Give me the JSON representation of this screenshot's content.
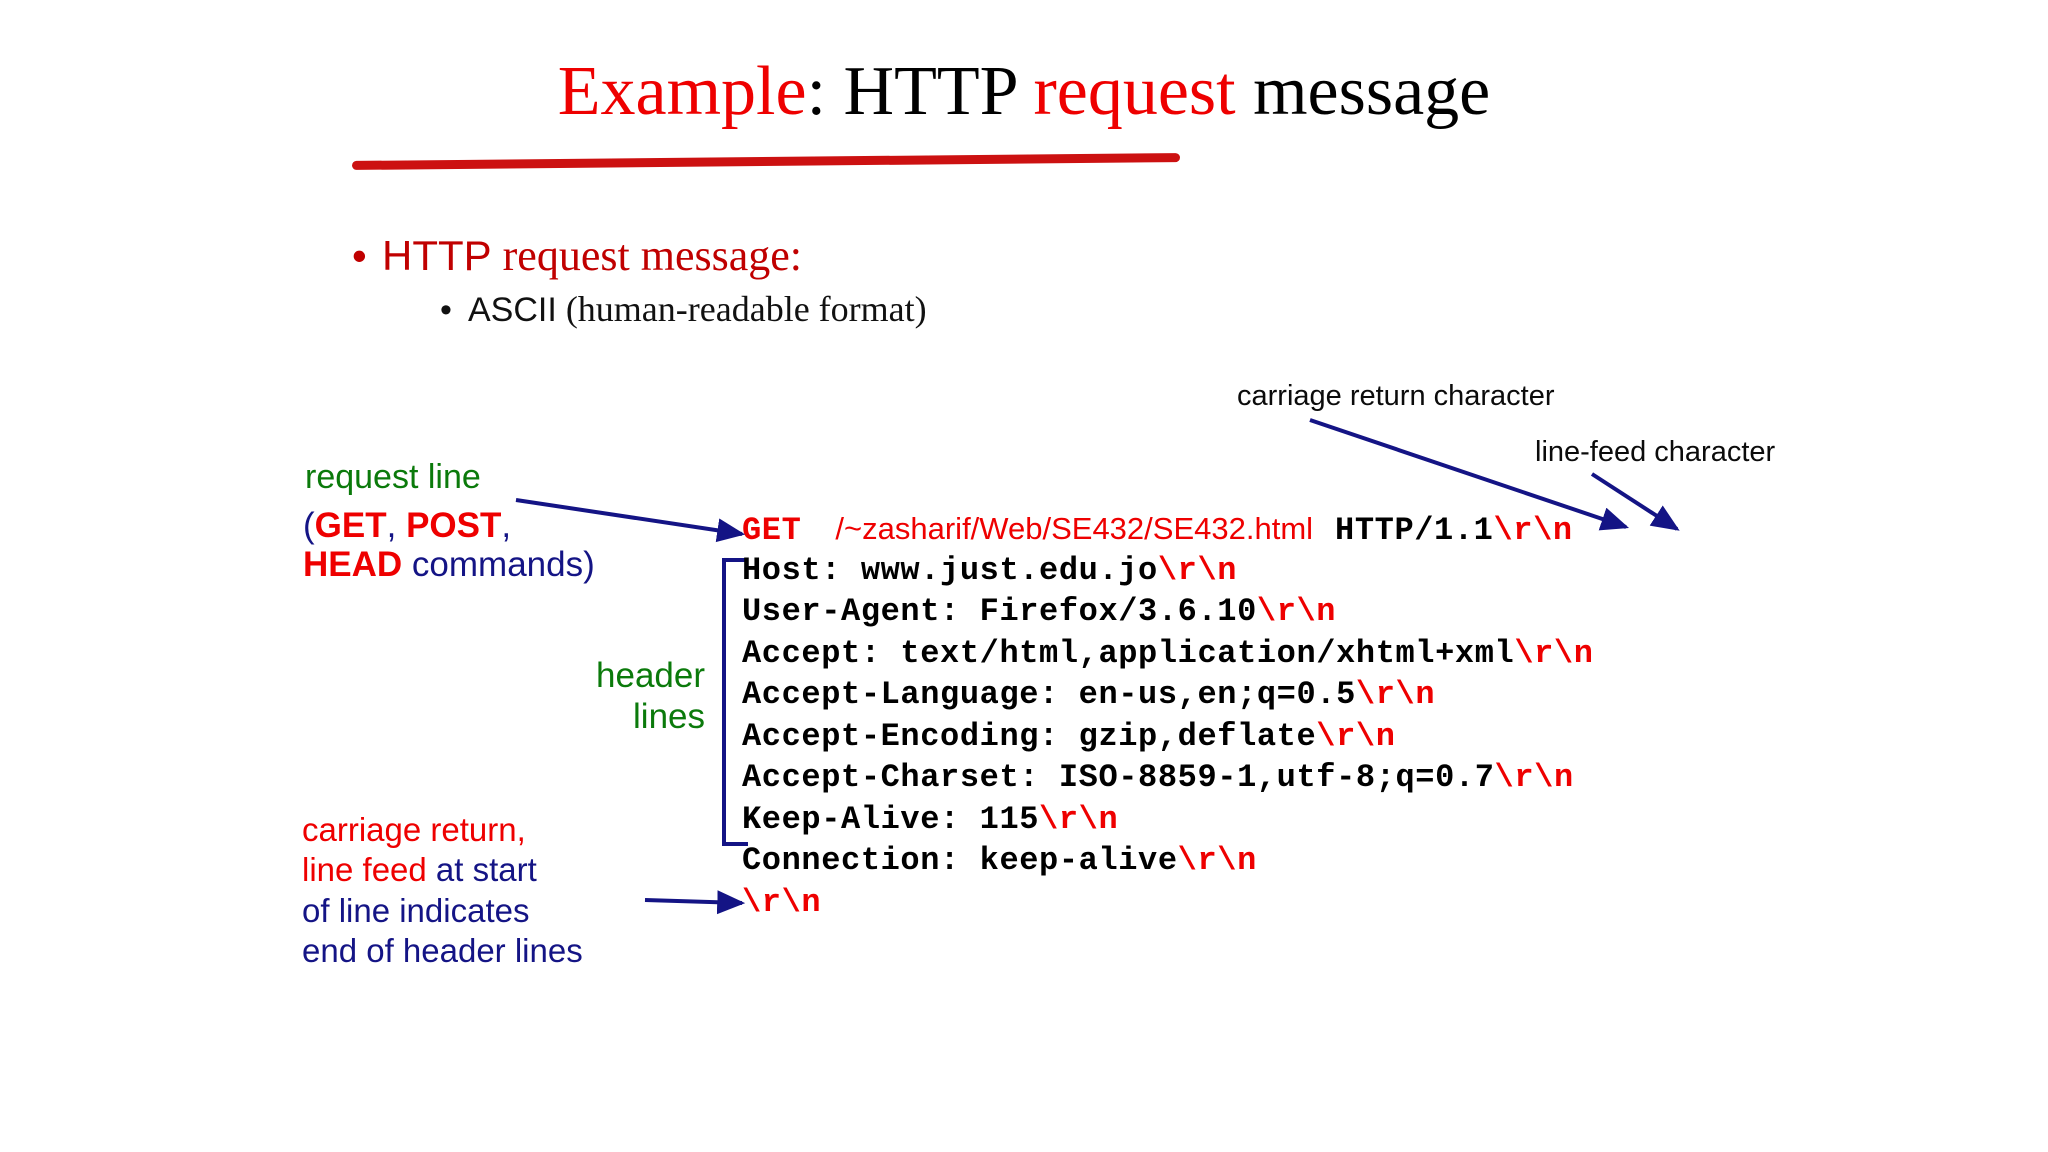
{
  "slide": {
    "background": "#ffffff",
    "title": {
      "parts": [
        {
          "text": "Example",
          "color": "#ee0000"
        },
        {
          "text": ": HTTP ",
          "color": "#000000"
        },
        {
          "text": "request",
          "color": "#ee0000"
        },
        {
          "text": " message",
          "color": "#000000"
        }
      ],
      "full_text": "Example: HTTP request message",
      "underline_color": "#cc1111"
    },
    "bullets": [
      {
        "level": 1,
        "marker": "•",
        "text_mono": "HTTP",
        "text_rest": " request message:",
        "full_text": "HTTP request message:",
        "color": "#c00000"
      },
      {
        "level": 2,
        "marker": "•",
        "text_mono": "ASCII",
        "text_rest": " (human-readable format)",
        "full_text": "ASCII (human-readable format)",
        "color": "#111111"
      }
    ],
    "annotations": {
      "carriage_return_character": "carriage return character",
      "line_feed_character": "line-feed character",
      "request_line_label": "request line",
      "commands_label": {
        "open_paren": "(",
        "get": "GET",
        "comma1": ", ",
        "post": "POST",
        "comma2": ",",
        "head": "HEAD",
        "tail": " commands)",
        "keyword_color": "#ee0000",
        "text_color": "#141485"
      },
      "header_lines_label_line1": "header",
      "header_lines_label_line2": "lines",
      "header_lines_color": "#0b7a0b",
      "crlf_note": {
        "line1_red": "carriage return,",
        "line2_red": "line feed",
        "line2_blue": " at start",
        "line3": "of line indicates",
        "line4": "end of header lines",
        "red": "#ee0000",
        "blue": "#141485"
      },
      "arrow_color": "#141485"
    },
    "code_block": {
      "crlf_token": "\\r\\n",
      "crlf_color": "#ee0000",
      "lines": [
        {
          "id": "request-line",
          "method": "GET",
          "method_color": "#ee0000",
          "path": "/~zasharif/Web/SE432/SE432.html",
          "path_color": "#ee0000",
          "version": "HTTP/1.1",
          "version_color": "#000000",
          "crlf": "\\r\\n"
        },
        {
          "id": "host",
          "text": "Host: www.just.edu.jo",
          "crlf": "\\r\\n"
        },
        {
          "id": "user-agent",
          "text": "User-Agent: Firefox/3.6.10",
          "crlf": "\\r\\n"
        },
        {
          "id": "accept",
          "text": "Accept: text/html,application/xhtml+xml",
          "crlf": "\\r\\n"
        },
        {
          "id": "accept-language",
          "text": "Accept-Language: en-us,en;q=0.5",
          "crlf": "\\r\\n"
        },
        {
          "id": "accept-encoding",
          "text": "Accept-Encoding: gzip,deflate",
          "crlf": "\\r\\n"
        },
        {
          "id": "accept-charset",
          "text": "Accept-Charset: ISO-8859-1,utf-8;q=0.7",
          "crlf": "\\r\\n"
        },
        {
          "id": "keep-alive",
          "text": "Keep-Alive: 115",
          "crlf": "\\r\\n"
        },
        {
          "id": "connection",
          "text": "Connection: keep-alive",
          "crlf": "\\r\\n"
        },
        {
          "id": "blank-line",
          "text": "",
          "crlf": "\\r\\n"
        }
      ]
    }
  }
}
